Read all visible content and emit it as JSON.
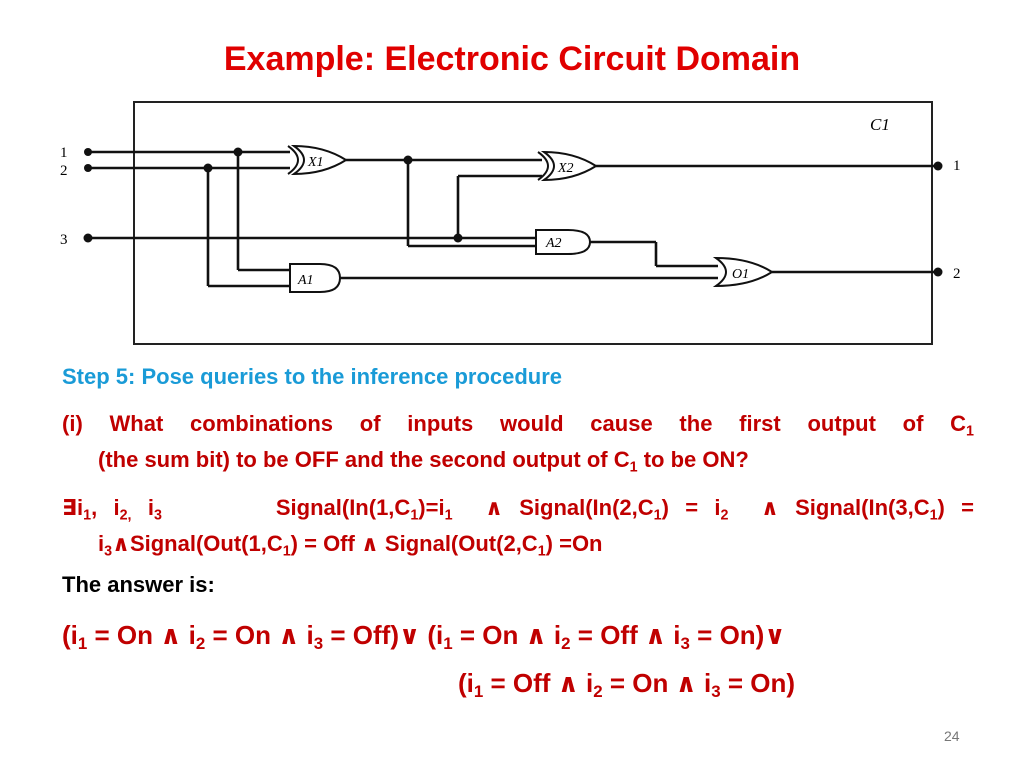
{
  "slide": {
    "title": "Example: Electronic Circuit Domain",
    "page_number": "24"
  },
  "diagram": {
    "box_label": "C1",
    "input_labels": [
      "1",
      "2",
      "3"
    ],
    "output_labels": [
      "1",
      "2"
    ],
    "gates": [
      {
        "name": "X1"
      },
      {
        "name": "X2"
      },
      {
        "name": "A1"
      },
      {
        "name": "A2"
      },
      {
        "name": "O1"
      }
    ]
  },
  "content": {
    "step": "Step 5: Pose queries to the inference procedure",
    "question_line1": "(i) What combinations of inputs would cause the first output of C",
    "question_line1_sub": "1",
    "question_line2_a": "(the sum bit) to be OFF and the second output of C",
    "question_line2_sub": "1",
    "question_line2_b": " to be ON?",
    "answer_label": "The answer is:"
  }
}
